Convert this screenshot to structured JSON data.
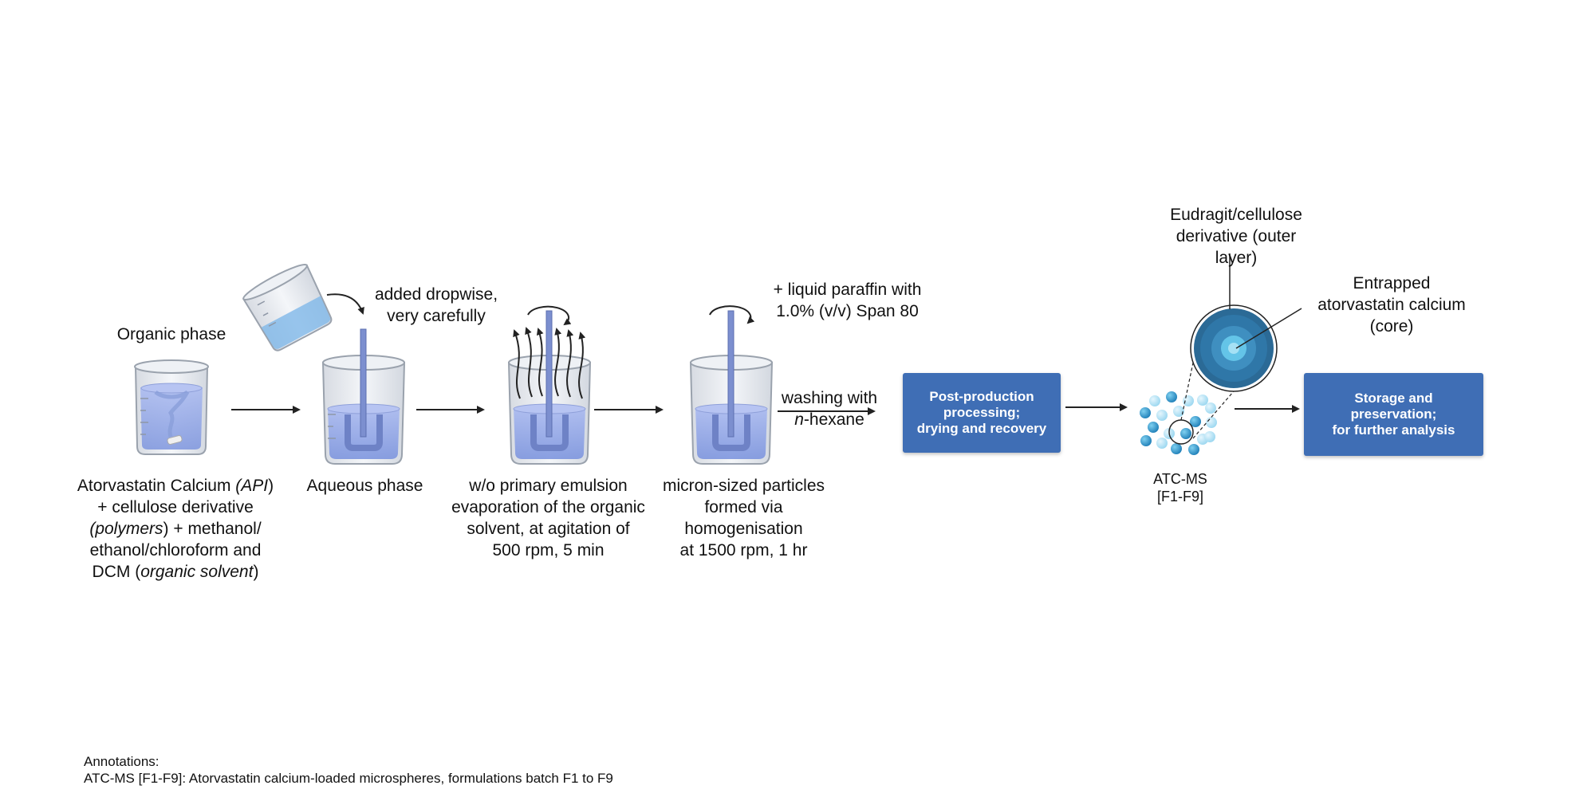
{
  "labels": {
    "organic_phase_title": "Organic phase",
    "added_dropwise": [
      "added dropwise,",
      "very carefully"
    ],
    "liquid_paraffin": [
      "+ liquid paraffin with",
      "1.0% (v/v) Span 80"
    ],
    "washing_with": "washing with",
    "hexane_prefix": "n",
    "hexane_suffix": "-hexane",
    "outer_layer": [
      "Eudragit/cellulose",
      "derivative (outer layer)"
    ],
    "core": [
      "Entrapped",
      "atorvastatin calcium",
      "(core)"
    ],
    "atc_ms": [
      "ATC-MS",
      "[F1-F9]"
    ]
  },
  "captions": {
    "organic": {
      "l1a": "Atorvastatin Calcium ",
      "l1b": "(API",
      "l1c": ")",
      "l2": "+ cellulose derivative",
      "l3a": "(polymers",
      "l3b": ") + methanol/",
      "l4": "ethanol/chloroform and",
      "l5a": "DCM (",
      "l5b": "organic solvent",
      "l5c": ")"
    },
    "aqueous": "Aqueous phase",
    "emulsion": [
      "w/o primary emulsion",
      "evaporation of the organic",
      "solvent, at agitation of",
      "500 rpm, 5 min"
    ],
    "particles": [
      "micron-sized particles",
      "formed via",
      "homogenisation",
      "at 1500 rpm, 1 hr"
    ]
  },
  "boxes": {
    "post_production": [
      "Post-production",
      "processing;",
      "drying and recovery"
    ],
    "storage": [
      "Storage and",
      "preservation;",
      "for further analysis"
    ]
  },
  "annotations": {
    "title": "Annotations:",
    "text": "ATC-MS [F1-F9]: Atorvastatin calcium-loaded microspheres, formulations batch F1 to F9"
  },
  "colors": {
    "box": "#3f6eb5",
    "liquid": "#7f97e0",
    "stirrer": "#7c8fcf",
    "sphere_outer": "#2b6a96",
    "sphere_core": "#64c4e8"
  }
}
